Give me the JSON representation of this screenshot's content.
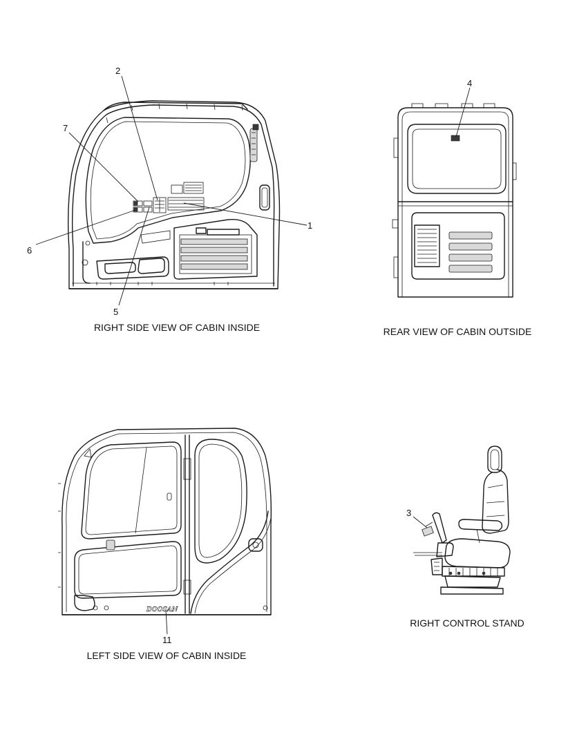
{
  "views": {
    "right_side": {
      "caption": "RIGHT SIDE VIEW OF CABIN INSIDE"
    },
    "rear": {
      "caption": "REAR VIEW OF CABIN OUTSIDE"
    },
    "left_side": {
      "caption": "LEFT SIDE VIEW OF CABIN INSIDE",
      "brand_text": "DOOSAN"
    },
    "control_stand": {
      "caption": "RIGHT CONTROL STAND"
    }
  },
  "callouts": {
    "c1": "1",
    "c2": "2",
    "c3": "3",
    "c4": "4",
    "c5": "5",
    "c6": "6",
    "c7": "7",
    "c11": "11"
  }
}
